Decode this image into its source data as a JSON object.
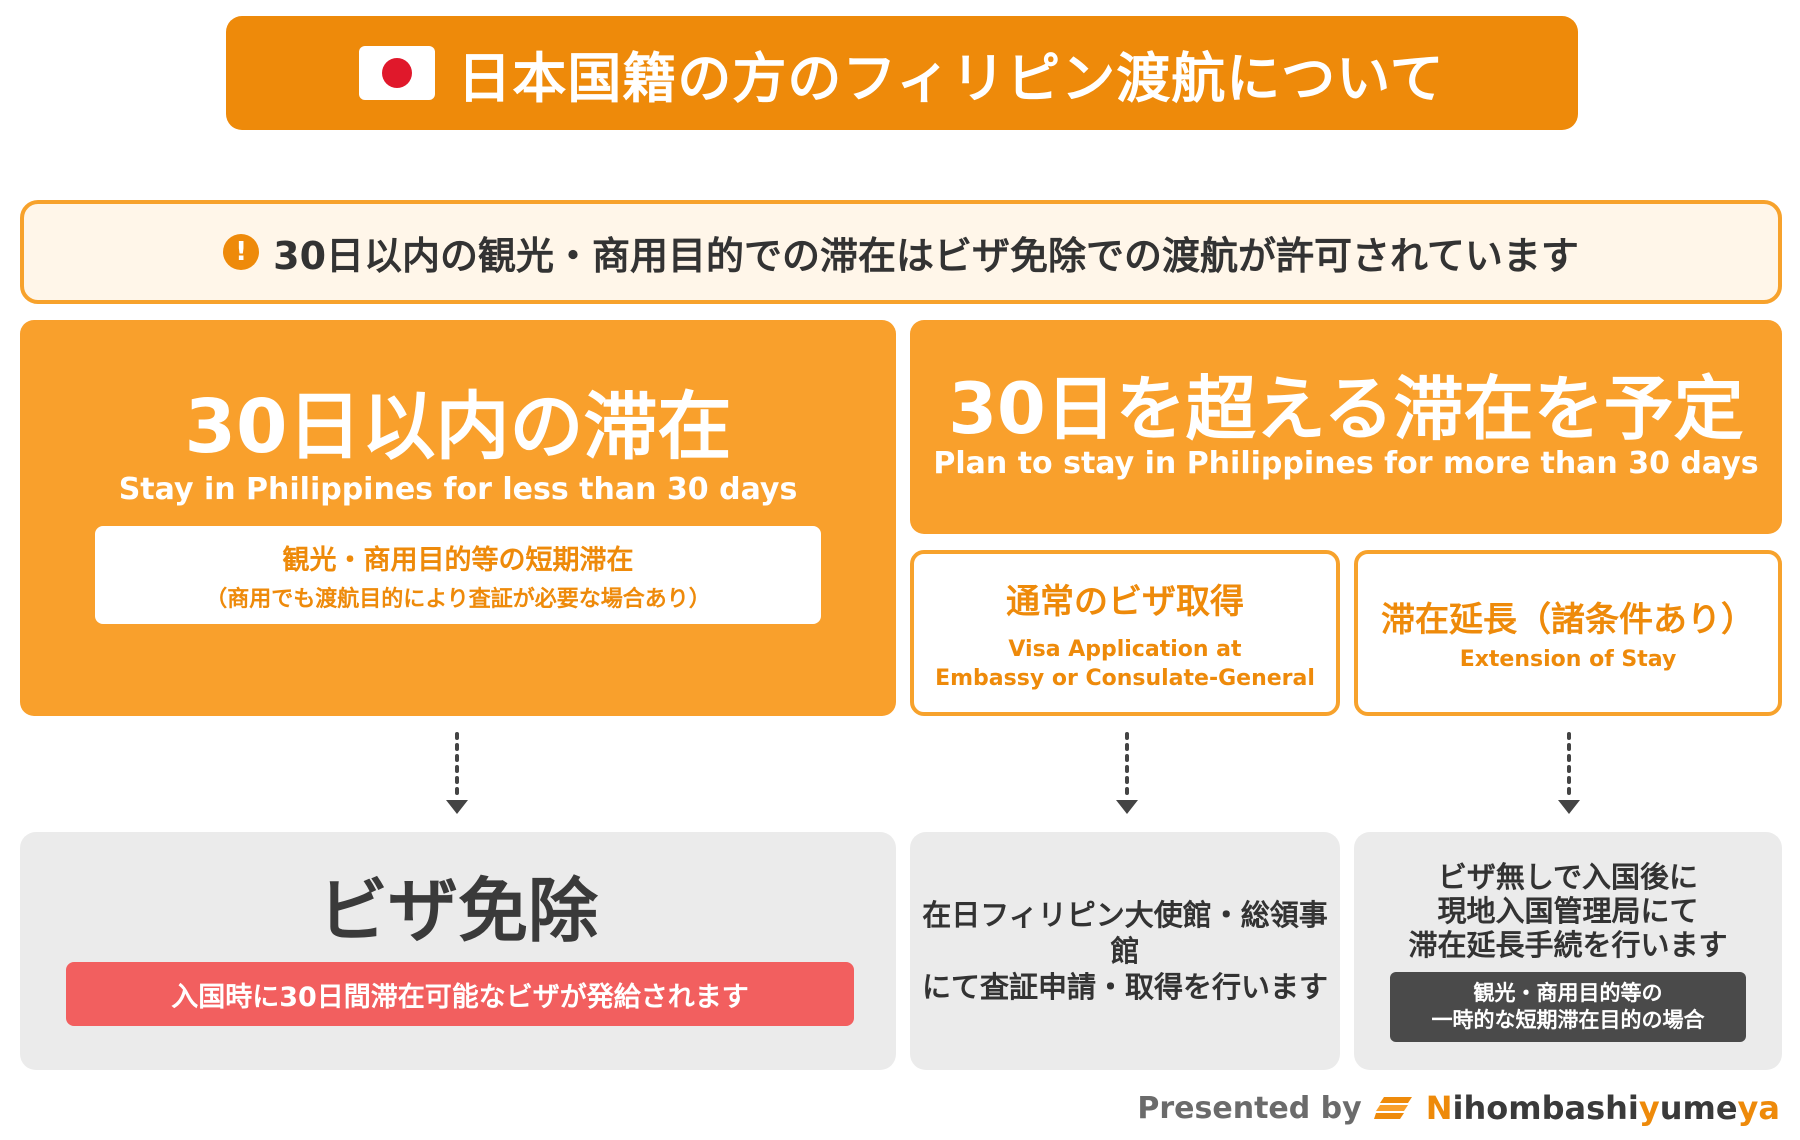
{
  "header": {
    "title": "日本国籍の方のフィリピン渡航について",
    "flag_icon": "japan-flag-icon"
  },
  "notice": {
    "icon": "exclamation-icon",
    "text": "30日以内の観光・商用目的での滞在はビザ免除での渡航が許可されています"
  },
  "left_case": {
    "title": "30日以内の滞在",
    "subtitle": "Stay in Philippines for less than 30 days",
    "note_line1": "観光・商用目的等の短期滞在",
    "note_line2": "（商用でも渡航目的により査証が必要な場合あり）"
  },
  "right_case": {
    "title": "30日を超える滞在を予定",
    "subtitle": "Plan to stay in Philippines for more than 30 days",
    "option1": {
      "title": "通常のビザ取得",
      "sub_line1": "Visa Application at",
      "sub_line2": "Embassy or Consulate-General"
    },
    "option2": {
      "title": "滞在延長（諸条件あり）",
      "sub": "Extension of Stay"
    }
  },
  "results": {
    "left": {
      "title": "ビザ免除",
      "bar": "入国時に30日間滞在可能なビザが発給されます"
    },
    "middle": {
      "line1": "在日フィリピン大使館・総領事館",
      "line2": "にて査証申請・取得を行います"
    },
    "right": {
      "line1": "ビザ無しで入国後に",
      "line2": "現地入国管理局にて",
      "line3": "滞在延長手続を行います",
      "badge_line1": "観光・商用目的等の",
      "badge_line2": "一時的な短期滞在目的の場合"
    }
  },
  "footer": {
    "presented_by": "Presented by",
    "brand_part1": "N",
    "brand_part2": "ihombashi",
    "brand_part3": "y",
    "brand_part4": "ume",
    "brand_part5": "ya",
    "logo_icon": "nihombashiyumeya-logo-icon"
  },
  "colors": {
    "orange_dark": "#ee8a0a",
    "orange": "#f9a02c",
    "notice_bg": "#fff6e9",
    "gray_box": "#ebebeb",
    "red_bar": "#f25f5f",
    "dark_badge": "#4a4a4a"
  }
}
